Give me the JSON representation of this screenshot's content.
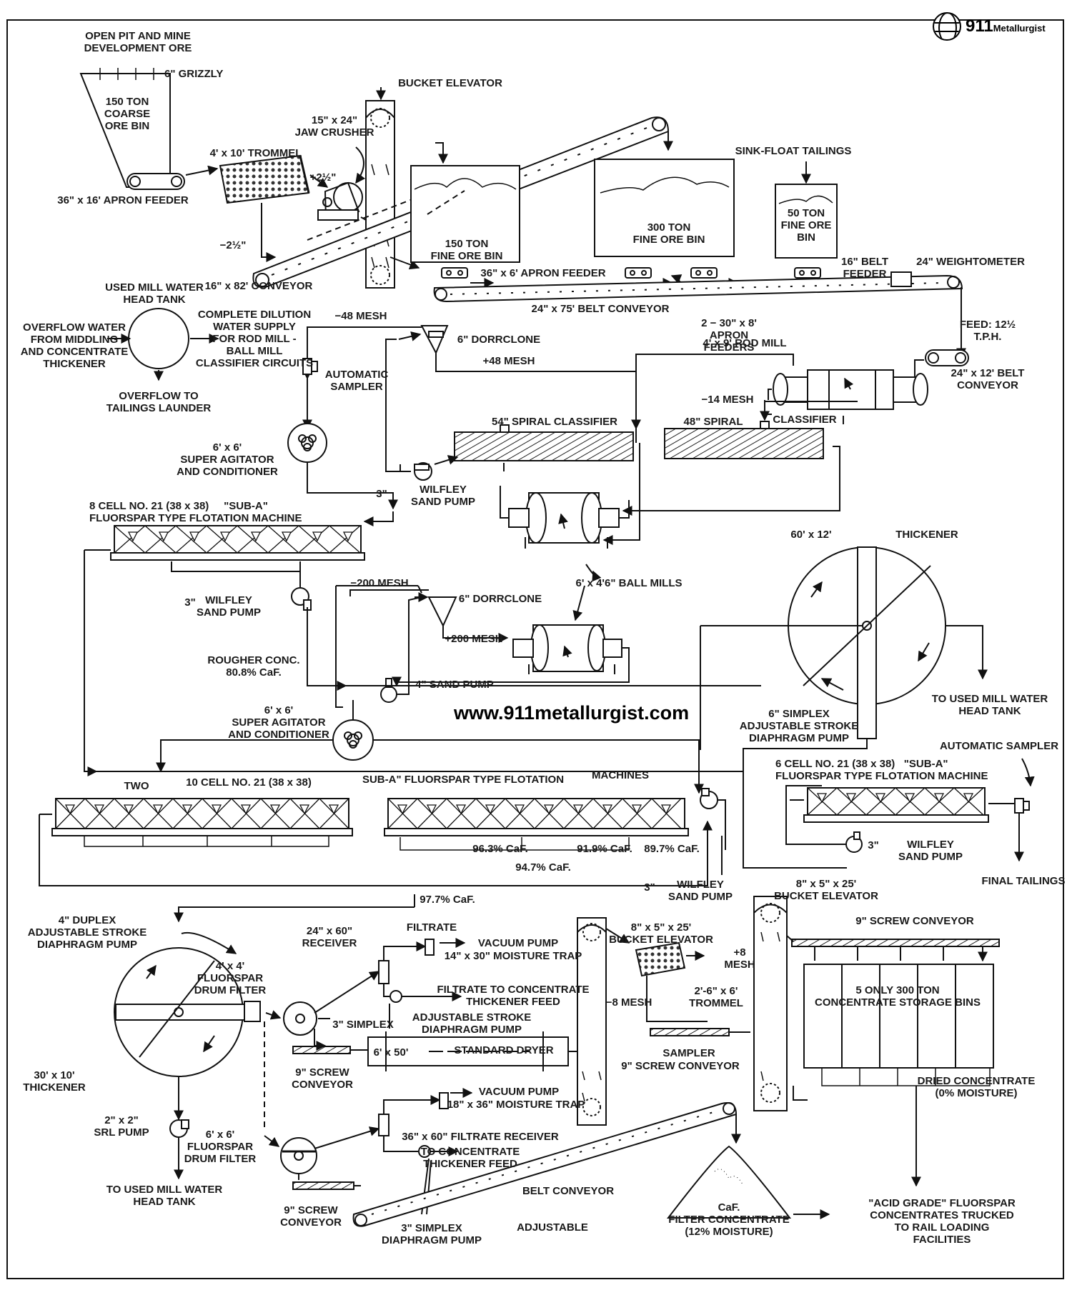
{
  "brand": {
    "logo_number": "911",
    "logo_word": "Metallurgist",
    "website": "www.911metallurgist.com"
  },
  "labels": {
    "ore_source": "OPEN PIT AND MINE\nDEVELOPMENT ORE",
    "grizzly": "6\" GRIZZLY",
    "coarse_bin": "150 TON\nCOARSE\nORE BIN",
    "apron_feeder_36": "36\" x 16' APRON FEEDER",
    "trommel_4x10": "4' x 10' TROMMEL",
    "jaw_crusher": "15\" x 24\"\nJAW CRUSHER",
    "plus_2_5": "+2½\"",
    "minus_2_5": "−2½\"",
    "bucket_elevator_top": "BUCKET ELEVATOR",
    "conveyor_16x82": "16\" x 82' CONVEYOR",
    "fine_bin_150": "150 TON\nFINE ORE BIN",
    "fine_bin_300": "300 TON\nFINE ORE BIN",
    "fine_bin_50": "50 TON\nFINE ORE\nBIN",
    "sink_float": "SINK-FLOAT TAILINGS",
    "apron_feeder_36x6": "36\" x 6' APRON FEEDER",
    "belt_feeder_16": "16\" BELT\nFEEDER",
    "weightometer": "24\" WEIGHTOMETER",
    "belt_conveyor_24x75": "24\" x 75' BELT CONVEYOR",
    "apron_feeders_30x8": "2 − 30\" x 8'\nAPRON\nFEEDERS",
    "feed_rate": "FEED: 12½\nT.P.H.",
    "belt_conveyor_24x12": "24\" x 12' BELT\nCONVEYOR",
    "head_tank": "USED MILL WATER\nHEAD TANK",
    "overflow_in": "OVERFLOW WATER\nFROM MIDDLING\nAND CONCENTRATE\nTHICKENER",
    "dilution": "COMPLETE DILUTION\nWATER SUPPLY\nFOR ROD MILL -\nBALL MILL\nCLASSIFIER CIRCUITS",
    "overflow_out": "OVERFLOW TO\nTAILINGS LAUNDER",
    "minus_48": "−48 MESH",
    "dorrclone_1": "6\" DORRCLONE",
    "plus_48": "+48 MESH",
    "rod_mill": "4' x 9' ROD MILL",
    "auto_sampler_1": "AUTOMATIC\nSAMPLER",
    "minus_14": "−14 MESH",
    "spiral_54": "54\" SPIRAL CLASSIFIER",
    "spiral_48": "48\" SPIRAL",
    "classifier": "CLASSIFIER",
    "agitator_1": "6' x 6'\nSUPER AGITATOR\nAND CONDITIONER",
    "wilfley_1": "WILFLEY\nSAND PUMP",
    "three_in_1": "3\"",
    "flotation_8_cell": "8 CELL NO. 21 (38 x 38)     \"SUB-A\"\nFLUORSPAR TYPE FLOTATION MACHINE",
    "ball_mills": "6' x 4'6\" BALL MILLS",
    "wilfley_2": "WILFLEY\nSAND PUMP",
    "three_in_2": "3\"",
    "minus_200": "−200 MESH",
    "dorrclone_2": "6\" DORRCLONE",
    "plus_200": "+200 MESH",
    "rougher": "ROUGHER CONC.\n80.8% CaF.",
    "sand_pump_4": "4\" SAND PUMP",
    "agitator_2": "6' x 6'\nSUPER AGITATOR\nAND CONDITIONER",
    "thickener_60_size": "60' x 12'",
    "thickener_60": "THICKENER",
    "to_head_tank_1": "TO USED MILL WATER\nHEAD TANK",
    "simplex_6": "6\" SIMPLEX\nADJUSTABLE STROKE\nDIAPHRAGM PUMP",
    "two_10_cell_a": "TWO",
    "two_10_cell_b": "10 CELL NO. 21 (38 x 38)",
    "sub_a_machines_a": "SUB-A\" FLUORSPAR TYPE FLOTATION",
    "sub_a_machines_b": "MACHINES",
    "auto_sampler_2": "AUTOMATIC SAMPLER",
    "flotation_6_cell": "6 CELL NO. 21 (38 x 38)   \"SUB-A\"\nFLUORSPAR TYPE FLOTATION MACHINE",
    "grade_963": "96.3% CaF.",
    "grade_919": "91.9% CaF.",
    "grade_897": "89.7% CaF.",
    "grade_947": "94.7% CaF.",
    "grade_977": "97.7% CaF.",
    "three_in_3": "3\"",
    "wilfley_3": "WILFLEY\nSAND PUMP",
    "three_in_4": "3\"",
    "wilfley_4": "WILFLEY\nSAND PUMP",
    "final_tailings": "FINAL TAILINGS",
    "bucket_elev_right": "8\" x 5\" x 25'\nBUCKET ELEVATOR",
    "duplex_pump": "4\" DUPLEX\nADJUSTABLE STROKE\nDIAPHRAGM PUMP",
    "receiver_24x60": "24\" x 60\"\nRECEIVER",
    "filtrate": "FILTRATE",
    "vacuum_pump_1": "VACUUM PUMP",
    "moisture_trap_1": "14\" x 30\" MOISTURE TRAP",
    "bucket_elev_mid": "8\" x 5\" x 25'\nBUCKET ELEVATOR",
    "plus_8": "+8\nMESH",
    "drum_filter_1": "4' x 4'\nFLUORSPAR\nDRUM FILTER",
    "filtrate_to_conc": "FILTRATE TO CONCENTRATE\nTHICKENER FEED",
    "minus_8": "−8 MESH",
    "trommel_2_6": "2'-6\" x 6'\nTROMMEL",
    "screw_conveyor_top": "9\" SCREW CONVEYOR",
    "storage_bins": "5 ONLY 300 TON\nCONCENTRATE STORAGE BINS",
    "simplex_3_top": "3\" SIMPLEX",
    "adj_stroke_top": "ADJUSTABLE STROKE\nDIAPHRAGM PUMP",
    "dryer_size": "6' x 50'",
    "dryer": "STANDARD DRYER",
    "screw_conveyor_1": "9\" SCREW\nCONVEYOR",
    "sampler": "SAMPLER",
    "screw_conveyor_2": "9\" SCREW CONVEYOR",
    "thickener_30": "30' x 10'\nTHICKENER",
    "dried_conc": "DRIED CONCENTRATE\n(0% MOISTURE)",
    "vacuum_pump_2": "VACUUM PUMP",
    "moisture_trap_2": "18\" x 36\" MOISTURE TRAP",
    "srl_pump": "2\" x 2\"\nSRL PUMP",
    "drum_filter_2": "6' x 6'\nFLUORSPAR\nDRUM FILTER",
    "filtrate_receiver": "36\" x 60\" FILTRATE RECEIVER",
    "to_conc_thickener": "TO CONCENTRATE\nTHICKENER FEED",
    "to_head_tank_2": "TO USED MILL WATER\nHEAD TANK",
    "belt_conveyor_bottom": "BELT CONVEYOR",
    "acid_grade": "\"ACID GRADE\" FLUORSPAR\nCONCENTRATES TRUCKED\nTO RAIL LOADING\nFACILITIES",
    "screw_conveyor_3": "9\" SCREW\nCONVEYOR",
    "simplex_3_bottom": "3\" SIMPLEX\nDIAPHRAGM PUMP",
    "adjustable": "ADJUSTABLE",
    "filter_conc": "CaF.\nFILTER CONCENTRATE\n(12% MOISTURE)"
  }
}
